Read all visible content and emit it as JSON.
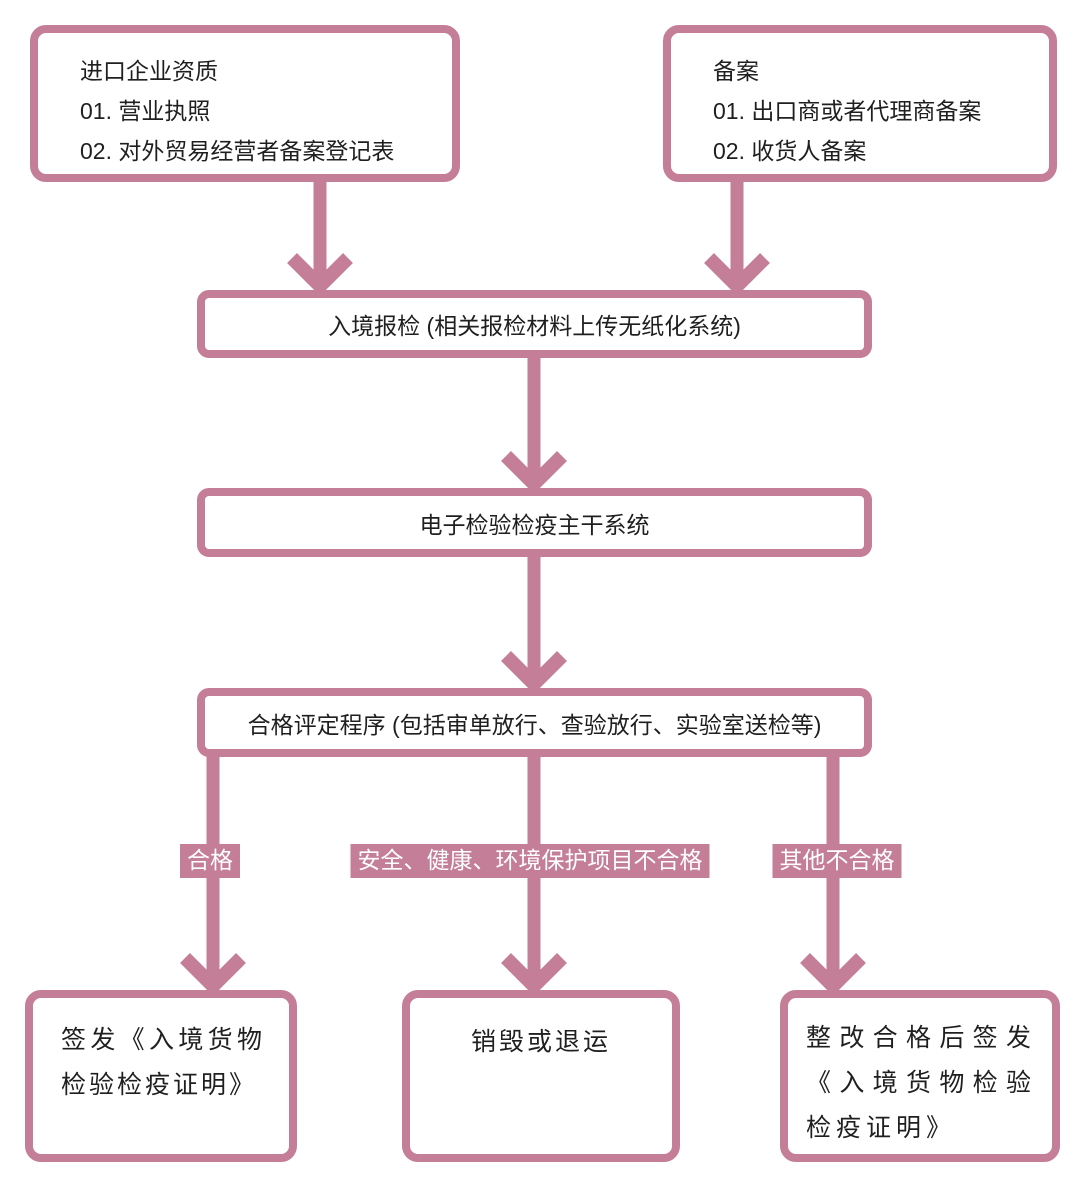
{
  "diagram": {
    "top_left_box": {
      "title": "进口企业资质",
      "items": [
        "01. 营业执照",
        "02. 对外贸易经营者备案登记表"
      ]
    },
    "top_right_box": {
      "title": "备案",
      "items": [
        "01. 出口商或者代理商备案",
        "02. 收货人备案"
      ]
    },
    "declaration_box": "入境报检 (相关报检材料上传无纸化系统)",
    "system_box": "电子检验检疫主干系统",
    "assessment_box": "合格评定程序 (包括审单放行、查验放行、实验室送检等)",
    "branch_labels": {
      "pass": "合格",
      "safety_fail": "安全、健康、环境保护项目不合格",
      "other_fail": "其他不合格"
    },
    "outcome_boxes": {
      "certificate": "签发《入境货物检验检疫证明》",
      "destroy": "销毁或退运",
      "rectify": "整改合格后签发《入境货物检验检疫证明》"
    }
  },
  "colors": {
    "accent": "#c47e97",
    "box_background": "#ffffff",
    "text": "#1f1f1f",
    "label_text": "#ffffff"
  }
}
